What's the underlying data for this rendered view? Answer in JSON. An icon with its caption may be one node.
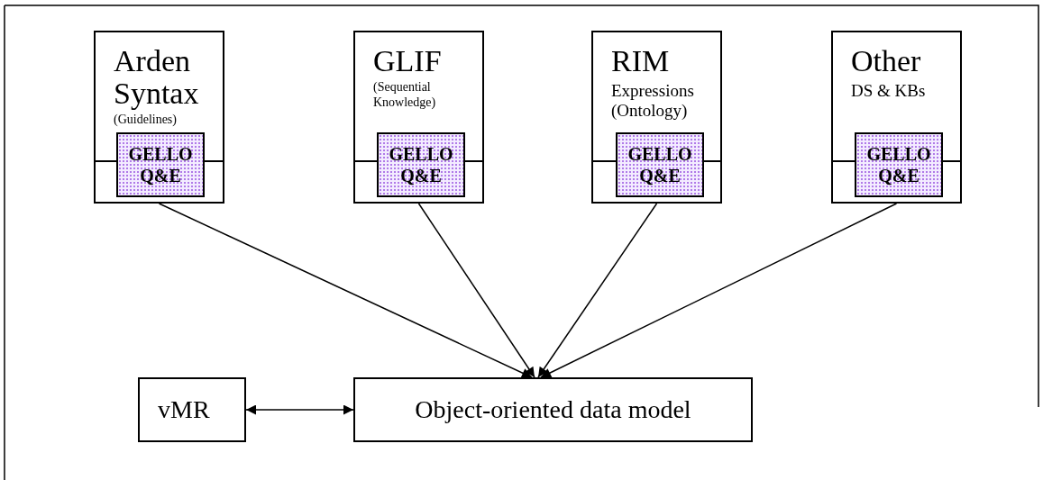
{
  "diagram": {
    "nodes": [
      {
        "text": [
          "Arden Syntax",
          "(Guidelines)"
        ]
      },
      {
        "text": [
          "GELLO Q&E"
        ],
        "in": 0
      },
      {
        "text": [
          "GLIF",
          "(Sequential Knowledge)"
        ]
      },
      {
        "text": [
          "GELLO Q&E"
        ],
        "in": 2
      },
      {
        "text": [
          "RIM",
          "Expressions (Ontology)"
        ]
      },
      {
        "text": [
          "GELLO Q&E"
        ],
        "in": 4
      },
      {
        "text": [
          "Other",
          "DS & KBs"
        ]
      },
      {
        "text": [
          "GELLO Q&E"
        ],
        "in": 6
      },
      {
        "text": [
          "vMR"
        ]
      },
      {
        "text": [
          "Object-oriented data model"
        ]
      }
    ],
    "edges": [
      {
        "from": 0,
        "to": 9,
        "arrow": "to"
      },
      {
        "from": 2,
        "to": 9,
        "arrow": "to"
      },
      {
        "from": 4,
        "to": 9,
        "arrow": "to"
      },
      {
        "from": 6,
        "to": 9,
        "arrow": "to"
      },
      {
        "from": 8,
        "to": 9,
        "arrow": "both"
      }
    ]
  }
}
